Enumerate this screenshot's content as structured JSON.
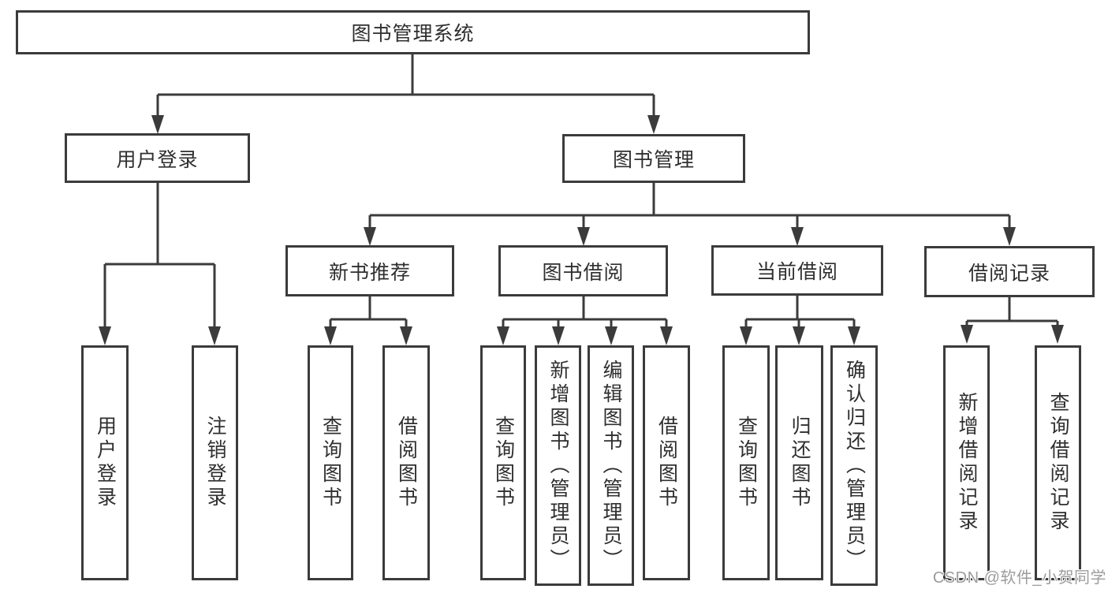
{
  "tree": {
    "root": "图书管理系统",
    "branches": [
      {
        "label": "用户登录",
        "children": [
          "用户登录",
          "注销登录"
        ]
      },
      {
        "label": "图书管理",
        "groups": [
          {
            "label": "新书推荐",
            "children": [
              "查询图书",
              "借阅图书"
            ]
          },
          {
            "label": "图书借阅",
            "children": [
              "查询图书",
              "新增图书（管理员）",
              "编辑图书（管理员）",
              "借阅图书"
            ]
          },
          {
            "label": "当前借阅",
            "children": [
              "查询图书",
              "归还图书",
              "确认归还（管理员）"
            ]
          },
          {
            "label": "借阅记录",
            "children": [
              "新增借阅记录",
              "查询借阅记录"
            ]
          }
        ]
      }
    ]
  },
  "watermark": "CSDN @软件_小贺同学",
  "colors": {
    "line": "#3b3b3b",
    "text": "#2f2f2f",
    "watermark": "#9c9c9c",
    "background": "#ffffff"
  }
}
